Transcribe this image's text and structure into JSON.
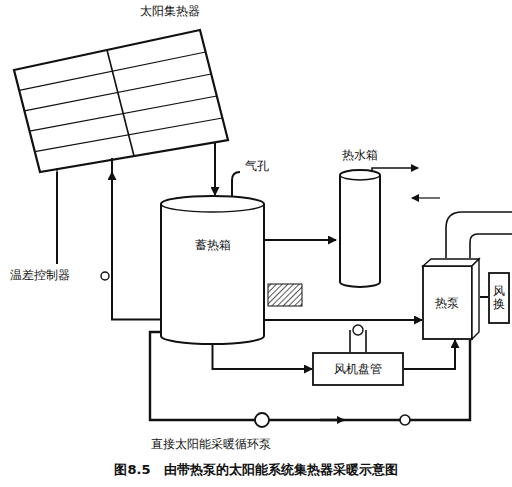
{
  "diagram": {
    "caption": "图8.5　由带热泵的太阳能系统集热器采暖示意图",
    "nodes": [
      {
        "text": [
          "太阳集热器"
        ]
      },
      {
        "text": [
          "热水箱"
        ]
      },
      {
        "text": [
          "温差控制器"
        ]
      },
      {
        "text": [
          "蓄热箱"
        ]
      },
      {
        "text": [
          "热泵"
        ]
      },
      {
        "text": [
          "风换"
        ]
      },
      {
        "text": [
          "风机盘管"
        ]
      }
    ],
    "edges": [
      {
        "from": 3,
        "to": 0,
        "arrow": "to"
      },
      {
        "from": 0,
        "to": 3,
        "arrow": "to"
      },
      {
        "from": 2,
        "to": 0,
        "arrow": "none"
      },
      {
        "from": 3,
        "to": 1,
        "arrow": "to"
      },
      {
        "from": 3,
        "to": 4,
        "arrow": "to"
      },
      {
        "from": 4,
        "to": 5,
        "arrow": "none"
      },
      {
        "from": 3,
        "to": 6,
        "arrow": "to"
      },
      {
        "from": 6,
        "to": 4,
        "arrow": "to"
      }
    ],
    "labels": [
      "气孔",
      "直接太阳能采暖循环泵"
    ]
  }
}
